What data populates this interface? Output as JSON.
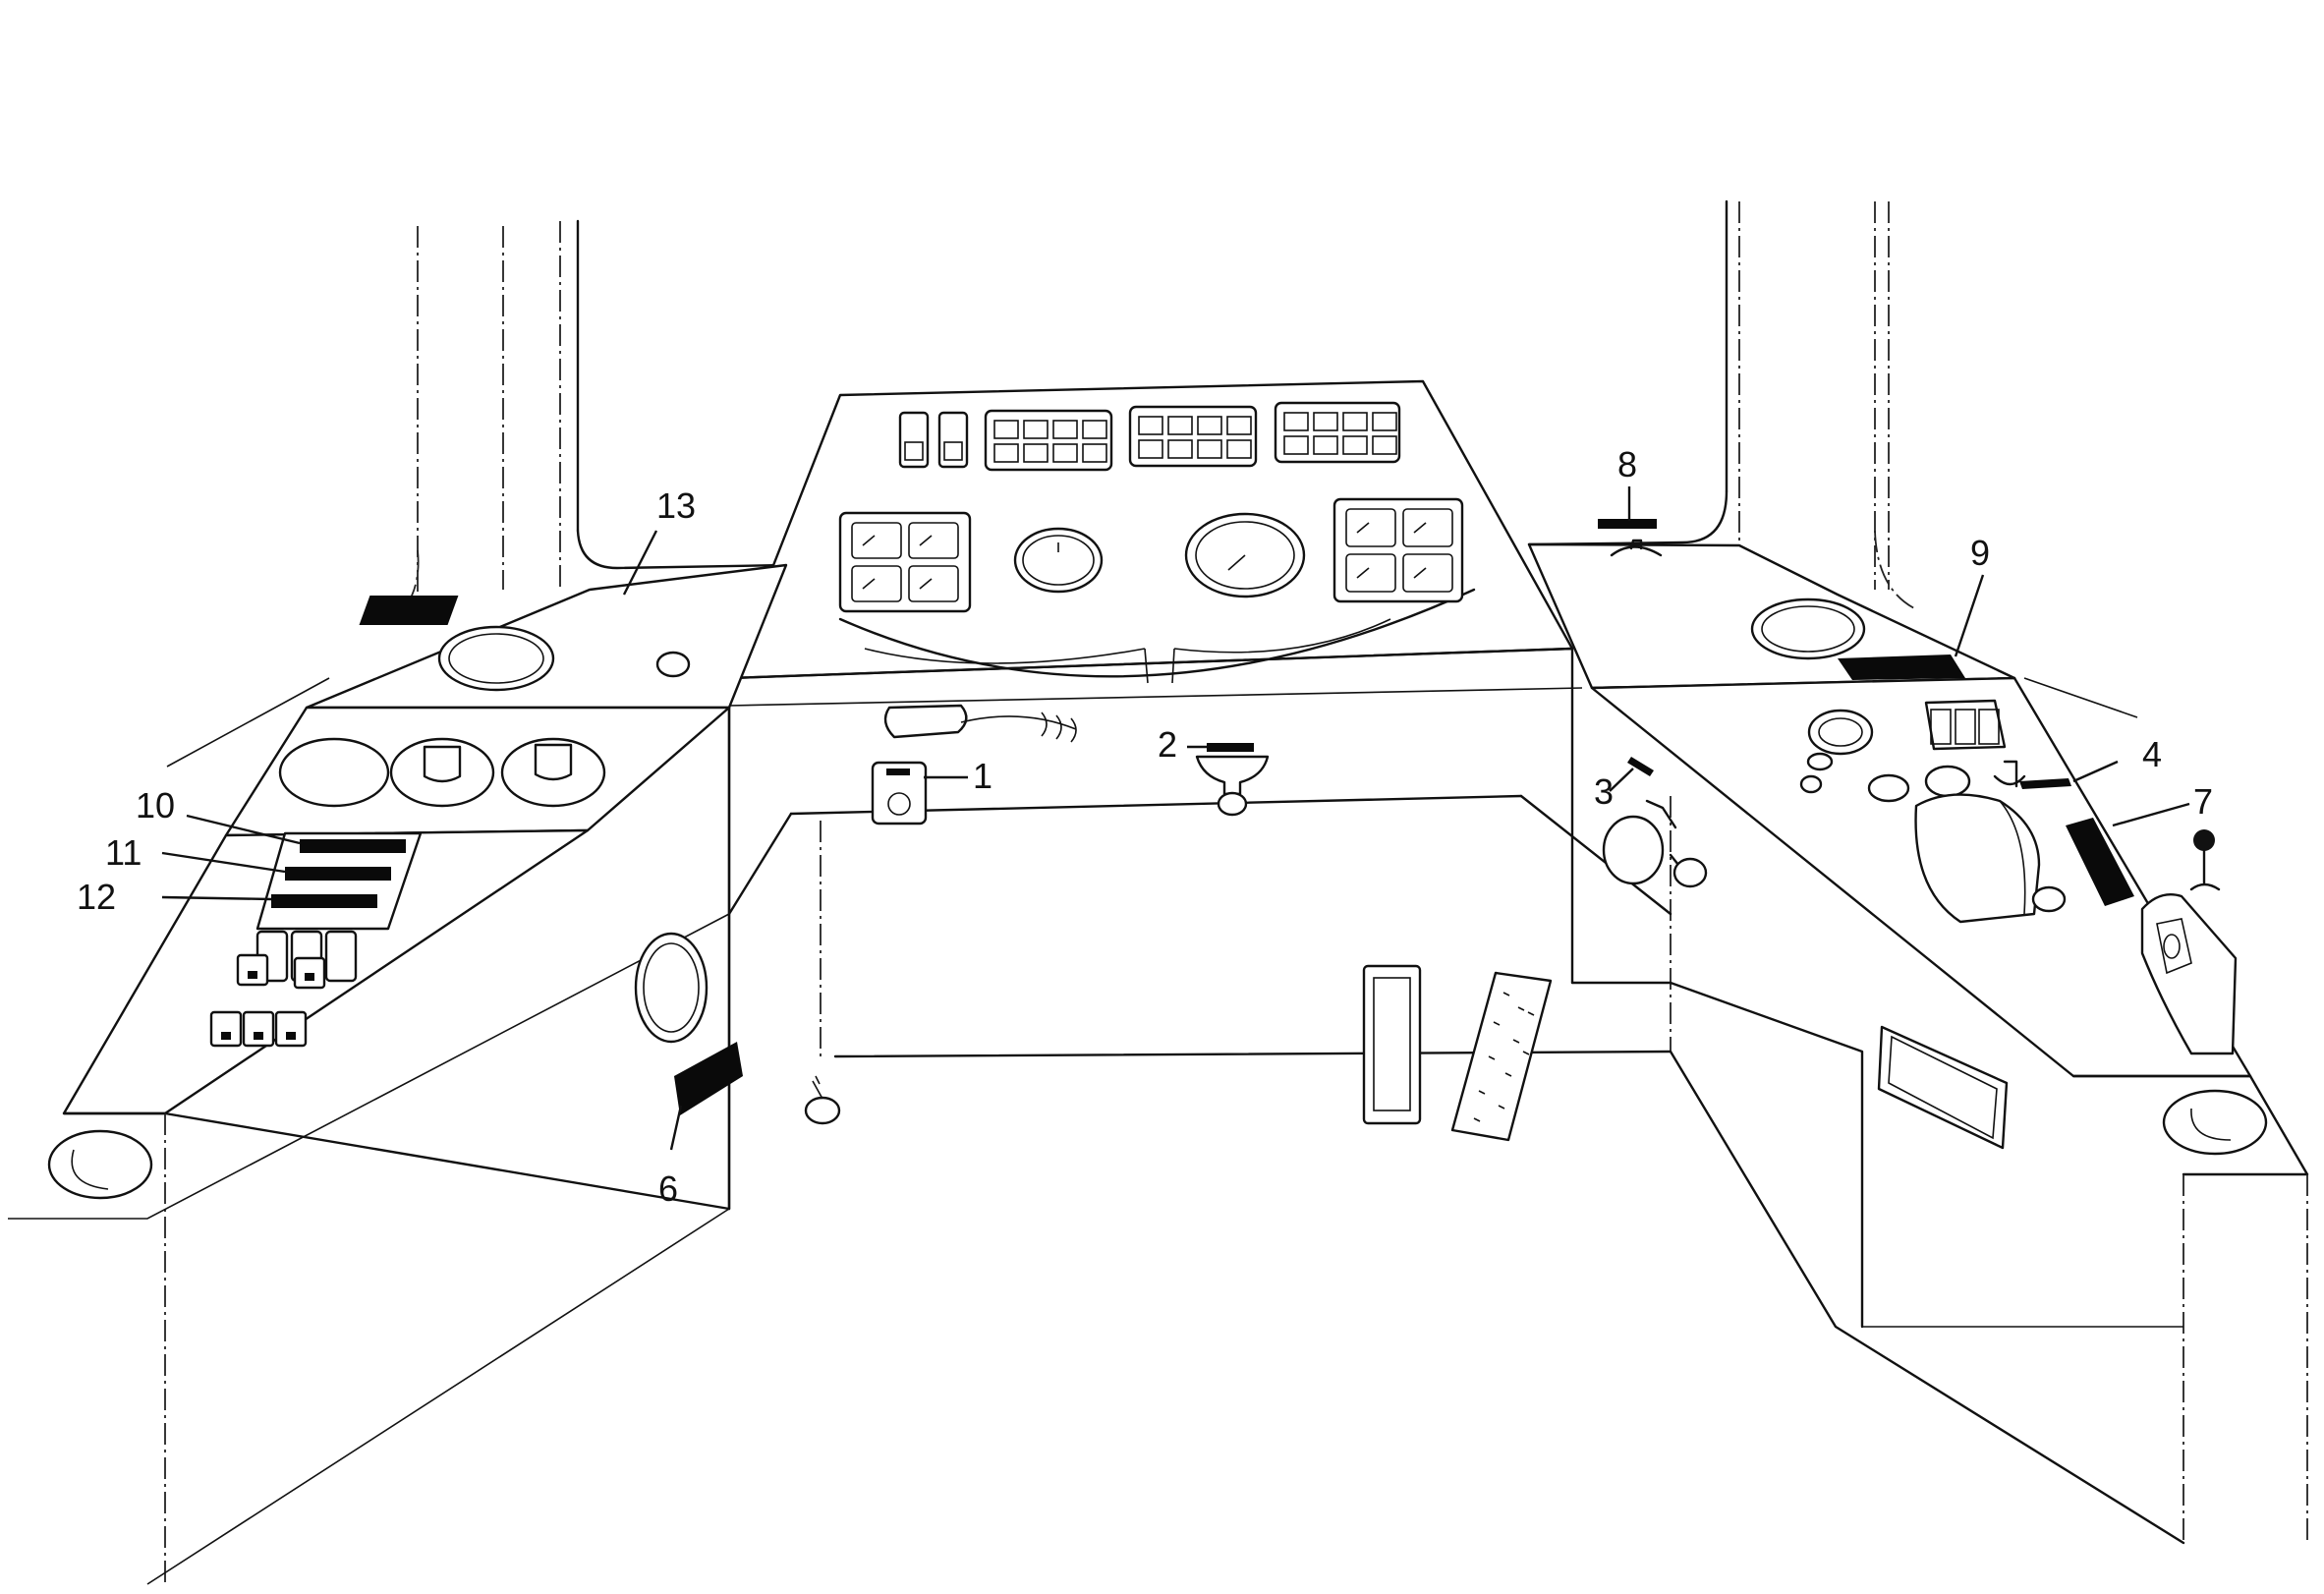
{
  "callouts": [
    {
      "id": "1",
      "label": "1"
    },
    {
      "id": "2",
      "label": "2"
    },
    {
      "id": "3",
      "label": "3"
    },
    {
      "id": "4",
      "label": "4"
    },
    {
      "id": "6",
      "label": "6"
    },
    {
      "id": "7",
      "label": "7"
    },
    {
      "id": "8",
      "label": "8"
    },
    {
      "id": "9",
      "label": "9"
    },
    {
      "id": "10",
      "label": "10"
    },
    {
      "id": "11",
      "label": "11"
    },
    {
      "id": "12",
      "label": "12"
    },
    {
      "id": "13",
      "label": "13"
    }
  ]
}
